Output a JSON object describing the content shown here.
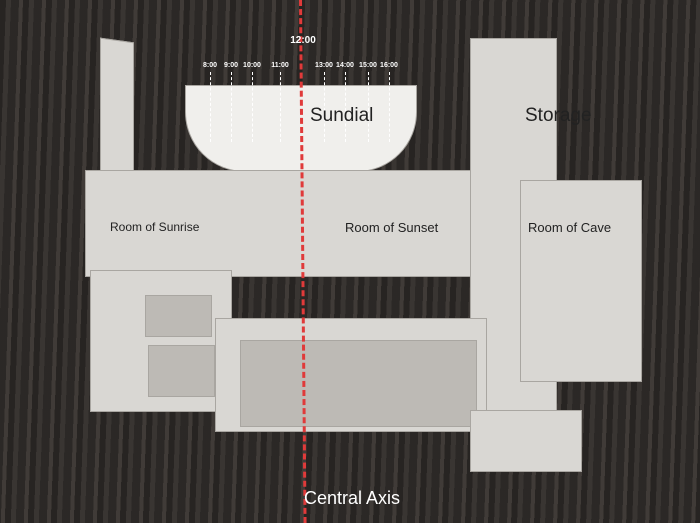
{
  "time_labels": {
    "noon": "12:00",
    "morning": [
      "8:00",
      "9:00",
      "10:00",
      "11:00"
    ],
    "afternoon": [
      "13:00",
      "14:00",
      "15:00",
      "16:00"
    ]
  },
  "labels": {
    "sundial": "Sundial",
    "storage": "Storage",
    "room_sunrise": "Room of Sunrise",
    "room_sunset": "Room of Sunset",
    "room_cave": "Room of Cave",
    "central_axis": "Central Axis"
  },
  "colors": {
    "axis": "#e03a3a"
  }
}
